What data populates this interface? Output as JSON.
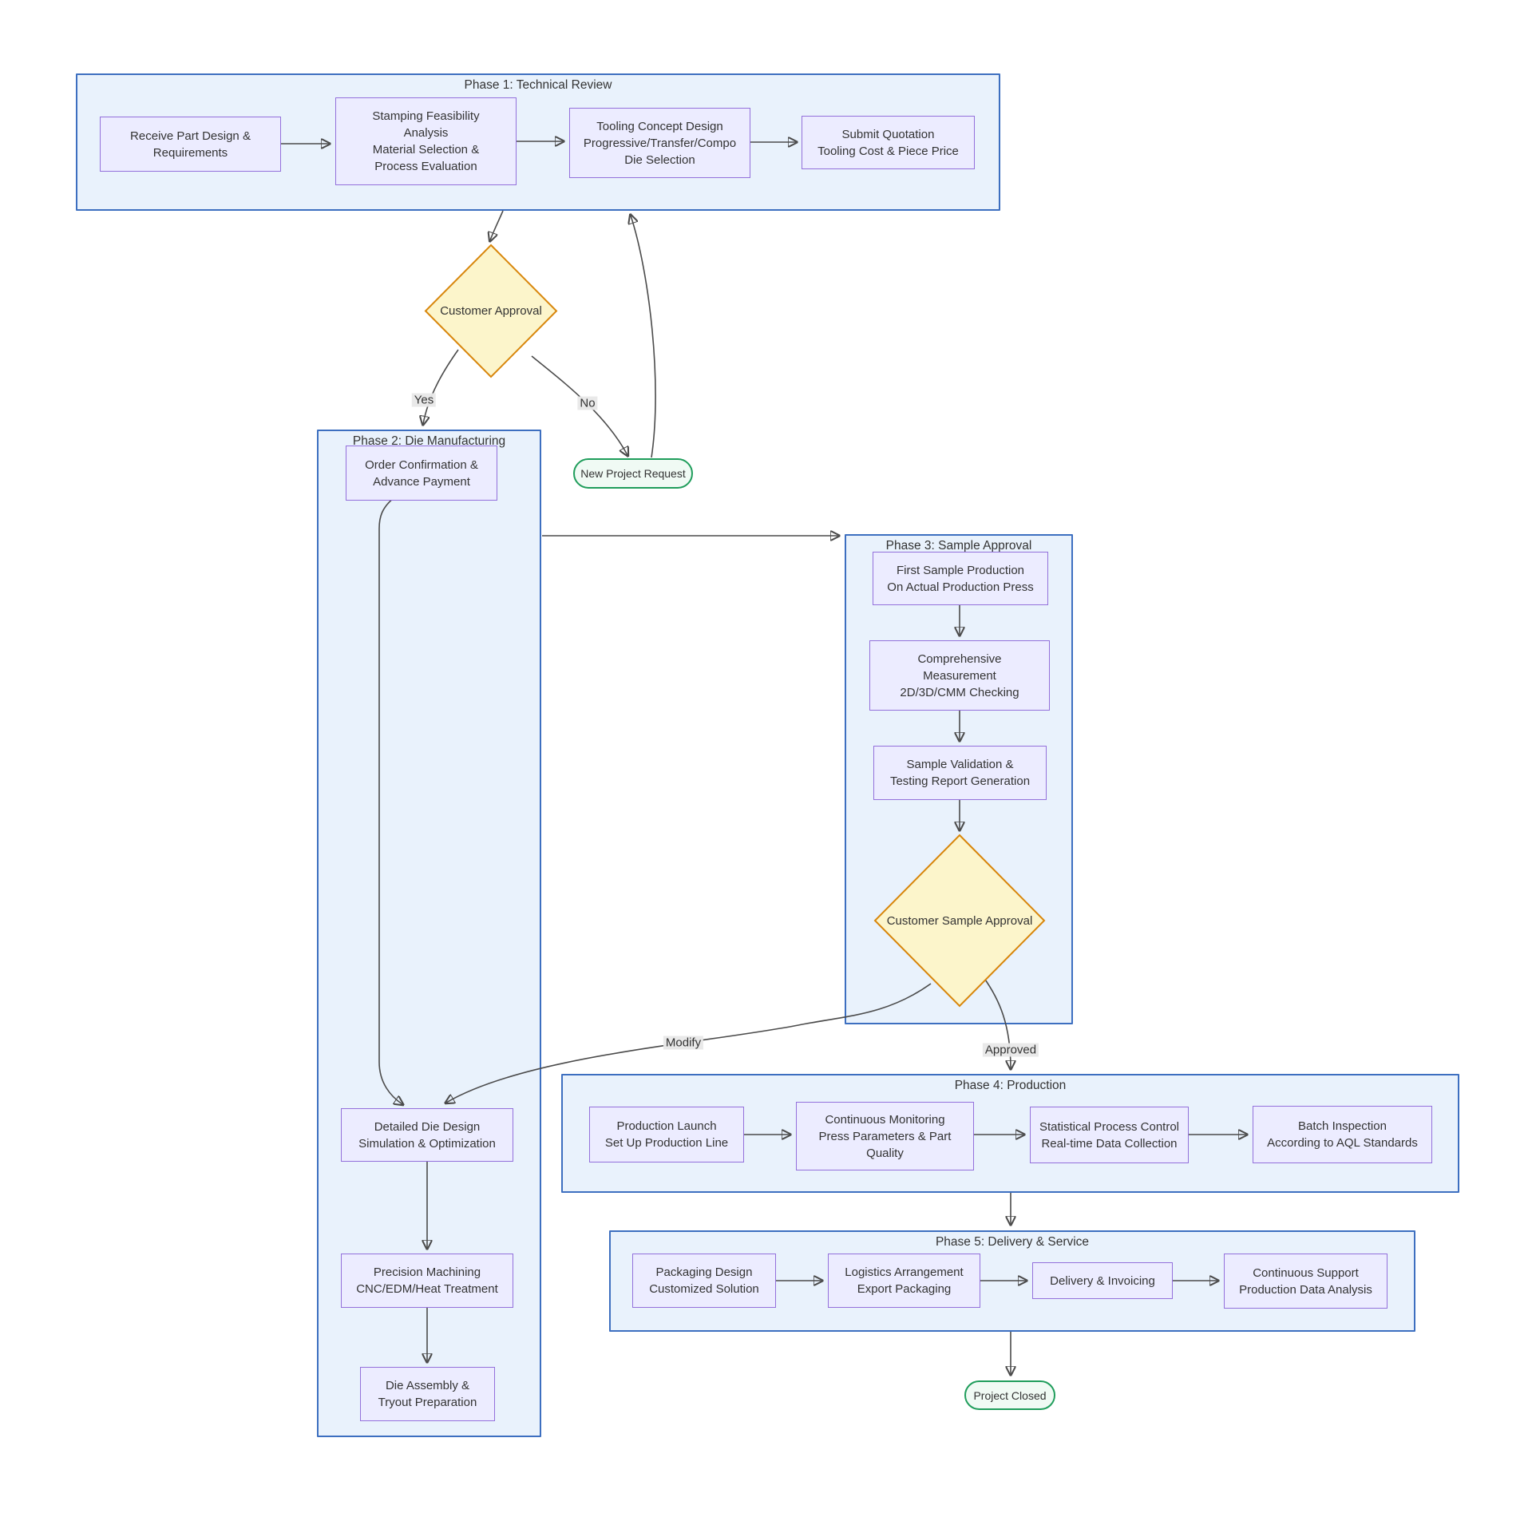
{
  "phases": {
    "phase1": {
      "title": "Phase 1: Technical Review"
    },
    "phase2": {
      "title": "Phase 2: Die Manufacturing"
    },
    "phase3": {
      "title": "Phase 3: Sample Approval"
    },
    "phase4": {
      "title": "Phase 4: Production"
    },
    "phase5": {
      "title": "Phase 5: Delivery & Service"
    }
  },
  "nodes": {
    "receive": {
      "lines": [
        "Receive Part Design &",
        "Requirements"
      ]
    },
    "stamping": {
      "lines": [
        "Stamping Feasibility",
        "Analysis",
        "Material Selection &",
        "Process Evaluation"
      ]
    },
    "tooling": {
      "lines": [
        "Tooling Concept Design",
        "Progressive/Transfer/Compo",
        "Die Selection"
      ]
    },
    "quotation": {
      "lines": [
        "Submit Quotation",
        "Tooling Cost & Piece Price"
      ]
    },
    "customer_approval": {
      "label": "Customer Approval"
    },
    "new_project": {
      "label": "New Project Request"
    },
    "order_confirmation": {
      "lines": [
        "Order Confirmation &",
        "Advance Payment"
      ]
    },
    "detailed_design": {
      "lines": [
        "Detailed Die Design",
        "Simulation & Optimization"
      ]
    },
    "precision_machining": {
      "lines": [
        "Precision Machining",
        "CNC/EDM/Heat Treatment"
      ]
    },
    "die_assembly": {
      "lines": [
        "Die Assembly &",
        "Tryout Preparation"
      ]
    },
    "first_sample": {
      "lines": [
        "First Sample Production",
        "On Actual Production Press"
      ]
    },
    "measurement": {
      "lines": [
        "Comprehensive",
        "Measurement",
        "2D/3D/CMM Checking"
      ]
    },
    "validation": {
      "lines": [
        "Sample Validation &",
        "Testing Report Generation"
      ]
    },
    "sample_approval": {
      "label": "Customer Sample Approval"
    },
    "production_launch": {
      "lines": [
        "Production Launch",
        "Set Up Production Line"
      ]
    },
    "monitoring": {
      "lines": [
        "Continuous Monitoring",
        "Press Parameters & Part",
        "Quality"
      ]
    },
    "spc": {
      "lines": [
        "Statistical Process Control",
        "Real-time Data Collection"
      ]
    },
    "batch_inspection": {
      "lines": [
        "Batch Inspection",
        "According to AQL Standards"
      ]
    },
    "packaging": {
      "lines": [
        "Packaging Design",
        "Customized Solution"
      ]
    },
    "logistics": {
      "lines": [
        "Logistics Arrangement",
        "Export Packaging"
      ]
    },
    "delivery": {
      "lines": [
        "Delivery & Invoicing"
      ]
    },
    "support": {
      "lines": [
        "Continuous Support",
        "Production Data Analysis"
      ]
    },
    "project_closed": {
      "label": "Project Closed"
    }
  },
  "edge_labels": {
    "yes": "Yes",
    "no": "No",
    "modify": "Modify",
    "approved": "Approved"
  },
  "colors": {
    "cluster_fill": "#E9F2FC",
    "cluster_border": "#3D6FC0",
    "node_fill": "#ECECFF",
    "node_border": "#9370DB",
    "decision_fill": "#FCF5CB",
    "decision_border": "#D8860B",
    "terminal_fill": "#F0FAF4",
    "terminal_border": "#1F9D5B",
    "edge_stroke": "#4B4B4B",
    "text": "#333333",
    "edge_label_bg": "#E8E8E8"
  }
}
